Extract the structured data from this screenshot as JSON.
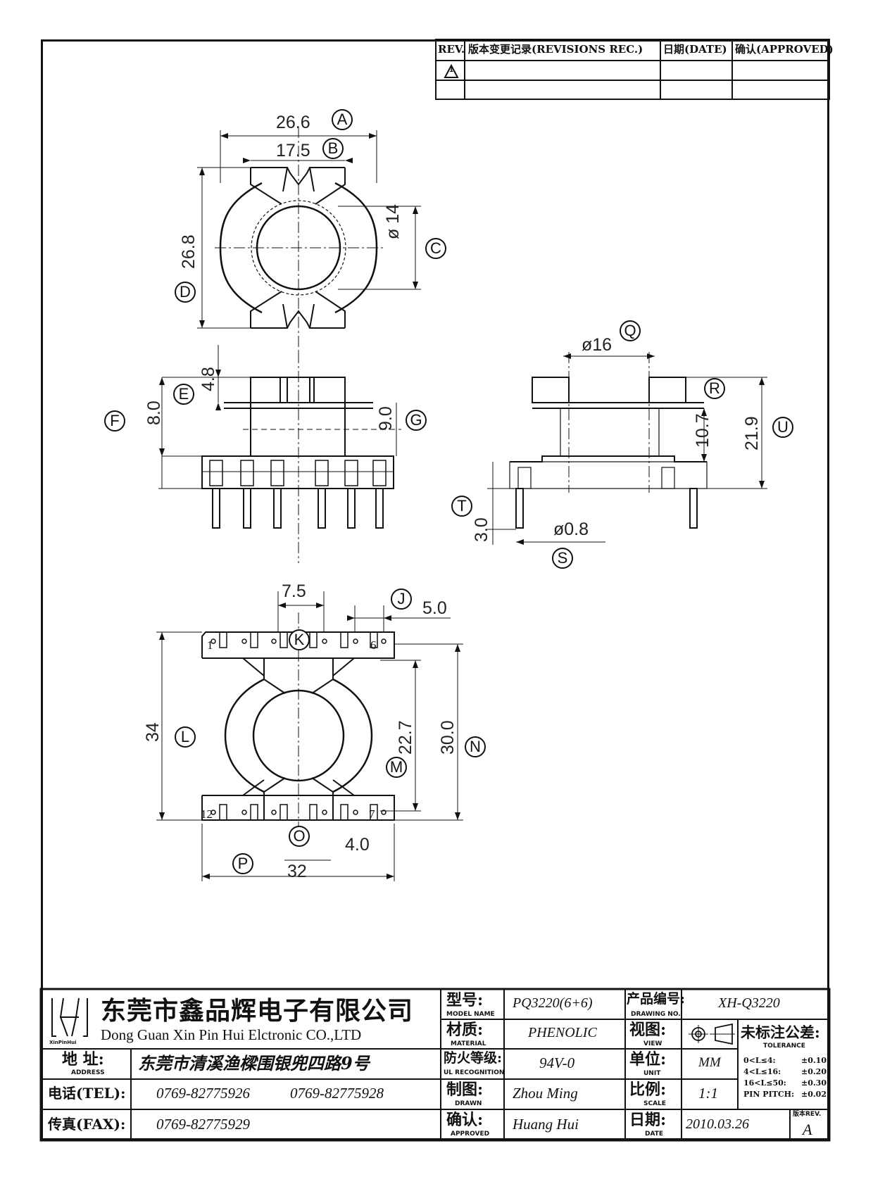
{
  "revision_table": {
    "rev_header": "REV.",
    "record_header": "版本变更记录(REVISIONS REC.)",
    "date_header": "日期(DATE)",
    "approved_header": "确认(APPROVED)",
    "row1_rev_symbol": "1"
  },
  "labels": {
    "A": "A",
    "B": "B",
    "C": "C",
    "D": "D",
    "E": "E",
    "F": "F",
    "G": "G",
    "J": "J",
    "K": "K",
    "L": "L",
    "M": "M",
    "N": "N",
    "O": "O",
    "P": "P",
    "Q": "Q",
    "R": "R",
    "S": "S",
    "T": "T",
    "U": "U"
  },
  "dimensions": {
    "A": "26.6",
    "B": "17.5",
    "C": "ø 14",
    "D": "26.8",
    "E": "4.8",
    "F": "8.0",
    "G": "9.0",
    "Q": "ø16",
    "R": "10.7",
    "U": "21.9",
    "T": "3.0",
    "S": "ø0.8",
    "K": "7.5",
    "J": "5.0",
    "L": "34",
    "M": "22.7",
    "N": "30.0",
    "O": "4.0",
    "P": "32"
  },
  "pins": {
    "p1": "1",
    "p6": "6",
    "p12": "12",
    "p7": "7"
  },
  "title_block": {
    "company_cn": "东莞市鑫品辉电子有限公司",
    "company_en": "Dong Guan Xin Pin Hui Elctronic CO.,LTD",
    "logo_text": "XinPinHui",
    "address_label": "地  址:",
    "address_label_en": "ADDRESS",
    "address_value": "东莞市清溪渔樑围银兜四路9号",
    "tel_label": "电话(TEL):",
    "tel_value_1": "0769-82775926",
    "tel_value_2": "0769-82775928",
    "fax_label": "传真(FAX):",
    "fax_value": "0769-82775929",
    "model_label": "型号:",
    "model_label_en": "MODEL NAME",
    "model_value": "PQ3220(6+6)",
    "material_label": "材质:",
    "material_label_en": "MATERIAL",
    "material_value": "PHENOLIC",
    "ul_label": "防火等级:",
    "ul_label_en": "UL RECOGNITION",
    "ul_value": "94V-0",
    "drawn_label": "制图:",
    "drawn_label_en": "DRAWN",
    "drawn_value": "Zhou Ming",
    "approved_label": "确认:",
    "approved_label_en": "APPROVED",
    "approved_value": "Huang Hui",
    "drawing_no_label": "产品编号:",
    "drawing_no_label_en": "DRAWING NO.",
    "drawing_no_value": "XH-Q3220",
    "view_label": "视图:",
    "view_label_en": "VIEW",
    "tolerance_label": "未标注公差:",
    "tolerance_label_en": "TOLERANCE",
    "unit_label": "单位:",
    "unit_label_en": "UNIT",
    "unit_value": "MM",
    "scale_label": "比例:",
    "scale_label_en": "SCALE",
    "scale_value": "1:1",
    "date_label": "日期:",
    "date_label_en": "DATE",
    "date_value": "2010.03.26",
    "rev_label": "版本REV.",
    "rev_value": "A",
    "tol_rows": [
      {
        "range": "0<L≤4:",
        "value": "±0.10"
      },
      {
        "range": "4<L≤16:",
        "value": "±0.20"
      },
      {
        "range": "16<L≤50:",
        "value": "±0.30"
      },
      {
        "range": "PIN PITCH:",
        "value": "±0.02"
      }
    ]
  }
}
